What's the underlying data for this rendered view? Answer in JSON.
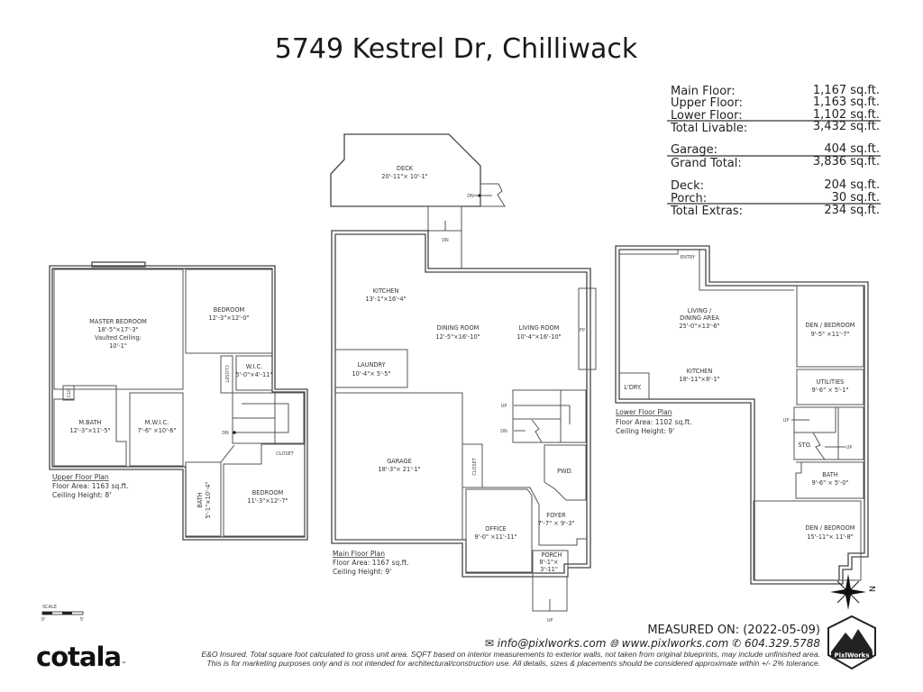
{
  "title": "5749 Kestrel Dr, Chilliwack",
  "summary": {
    "rows": [
      {
        "label": "Main Floor:",
        "value": "1,167 sq.ft."
      },
      {
        "label": "Upper Floor:",
        "value": "1,163 sq.ft."
      },
      {
        "label": "Lower Floor:",
        "value": "1,102 sq.ft."
      },
      {
        "label": "Total Livable:",
        "value": "3,432 sq.ft."
      },
      {
        "label": "Garage:",
        "value": "404 sq.ft."
      },
      {
        "label": "Grand Total:",
        "value": "3,836 sq.ft."
      },
      {
        "label": "Deck:",
        "value": "204 sq.ft."
      },
      {
        "label": "Porch:",
        "value": "30 sq.ft."
      },
      {
        "label": "Total Extras:",
        "value": "234 sq.ft."
      }
    ]
  },
  "upper": {
    "heading": "Upper Floor Plan",
    "area": "Floor Area: 1163 sq.ft.",
    "ceiling": "Ceiling Height: 8'",
    "rooms": {
      "master": "MASTER BEDROOM",
      "master_dim": "18'-5\"×17'-3\"",
      "master_note": "Vaulted Ceiling:",
      "master_note2": "10'-1\"",
      "bed1": "BEDROOM",
      "bed1_dim": "12'-3\"×12'-0\"",
      "wic": "W.I.C.",
      "wic_dim": "5'-0\"×4'-11\"",
      "closet1": "CLOSET",
      "clo": "CLO",
      "mbath": "M.BATH",
      "mbath_dim": "12'-3\"×11'-5\"",
      "mwic": "M.W.I.C.",
      "mwic_dim": "7'-6\" ×10'-6\"",
      "dn": "DN",
      "closet2": "CLOSET",
      "bath": "BATH",
      "bath_dim": "5'-1\"×10'-4\"",
      "bed2": "BEDROOM",
      "bed2_dim": "11'-3\"×12'-7\""
    }
  },
  "main": {
    "heading": "Main Floor Plan",
    "area": "Floor Area: 1167 sq.ft.",
    "ceiling": "Ceiling Height: 9'",
    "rooms": {
      "deck": "DECK",
      "deck_dim": "20'-11\"× 10'-1\"",
      "deck_dn": "DN",
      "conn_dn": "DN",
      "kitchen": "KITCHEN",
      "kitchen_dim": "13'-1\"×16'-4\"",
      "dining": "DINING ROOM",
      "dining_dim": "12'-5\"×16'-10\"",
      "living": "LIVING ROOM",
      "living_dim": "10'-4\"×16'-10\"",
      "fp": "FP",
      "laundry": "LAUNDRY",
      "laundry_dim": "10'-4\"× 5'-5\"",
      "garage": "GARAGE",
      "garage_dim": "18'-3\"× 21'-1\"",
      "closet": "CLOSET",
      "up": "UP",
      "dn": "DN",
      "pwd": "PWD.",
      "office": "OFFICE",
      "office_dim": "9'-0\" ×11'-11\"",
      "foyer": "FOYER",
      "foyer_dim": "7'-7\" ×  9'-3\"",
      "porch": "PORCH",
      "porch_dim1": "8'-1\"×",
      "porch_dim2": "3'-11\"",
      "porch_up": "UP"
    }
  },
  "lower": {
    "heading": "Lower Floor Plan",
    "area": "Floor Area: 1102 sq.ft.",
    "ceiling": "Ceiling Height: 9'",
    "rooms": {
      "entry": "ENTRY",
      "living1": "LIVING /",
      "living2": "DINING AREA",
      "living_dim": "25'-0\"×13'-6\"",
      "kitchen": "KITCHEN",
      "kitchen_dim": "18'-11\"×8'-1\"",
      "ldry": "L'DRY.",
      "den1": "DEN / BEDROOM",
      "den1_dim": "9'-5\" ×11'-7\"",
      "utilities": "UTILITIES",
      "utilities_dim": "9'-6\" × 5'-1\"",
      "up1": "UP",
      "sto": "STO.",
      "up2": "UP",
      "bath": "BATH",
      "bath_dim": "9'-6\" × 5'-0\"",
      "den2": "DEN / BEDROOM",
      "den2_dim": "15'-11\"× 11'-8\""
    }
  },
  "scale": {
    "label": "SCALE",
    "min": "0'",
    "max": "5'"
  },
  "compass": {
    "label": "N"
  },
  "footer": {
    "brand": "cotala",
    "brand_tm": "™",
    "measured": "MEASURED ON: (2022-05-09)",
    "email": "info@pixlworks.com",
    "website": "www.pixlworks.com",
    "phone": "604.329.5788",
    "disclaimer1": "E&O Insured.  Total square foot calculated to gross unit area. SQFT based on interior measurements to exterior walls, not taken from original blueprints, may include unfinished area.",
    "disclaimer2": "This is for marketing purposes only and is not intended for architectural/construction use.  All details, sizes & placements should be considered approximate within +/- 2%  tolerance.",
    "badge": "PixlWorks"
  }
}
